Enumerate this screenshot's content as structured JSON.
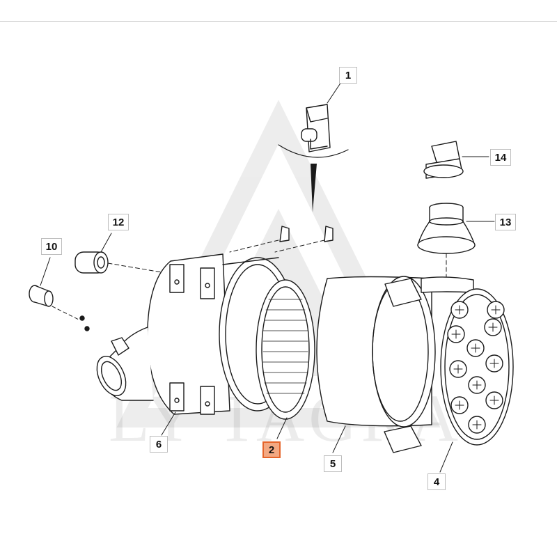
{
  "watermark": {
    "text": "LY TAGRA"
  },
  "callouts": [
    {
      "id": "1",
      "label": "1"
    },
    {
      "id": "2",
      "label": "2",
      "highlighted": true
    },
    {
      "id": "4",
      "label": "4"
    },
    {
      "id": "5",
      "label": "5"
    },
    {
      "id": "6",
      "label": "6"
    },
    {
      "id": "10",
      "label": "10"
    },
    {
      "id": "12",
      "label": "12"
    },
    {
      "id": "13",
      "label": "13"
    },
    {
      "id": "14",
      "label": "14"
    }
  ],
  "colors": {
    "highlight_fill": "#f3a882",
    "highlight_border": "#e5642a",
    "line": "#1a1a1a"
  }
}
